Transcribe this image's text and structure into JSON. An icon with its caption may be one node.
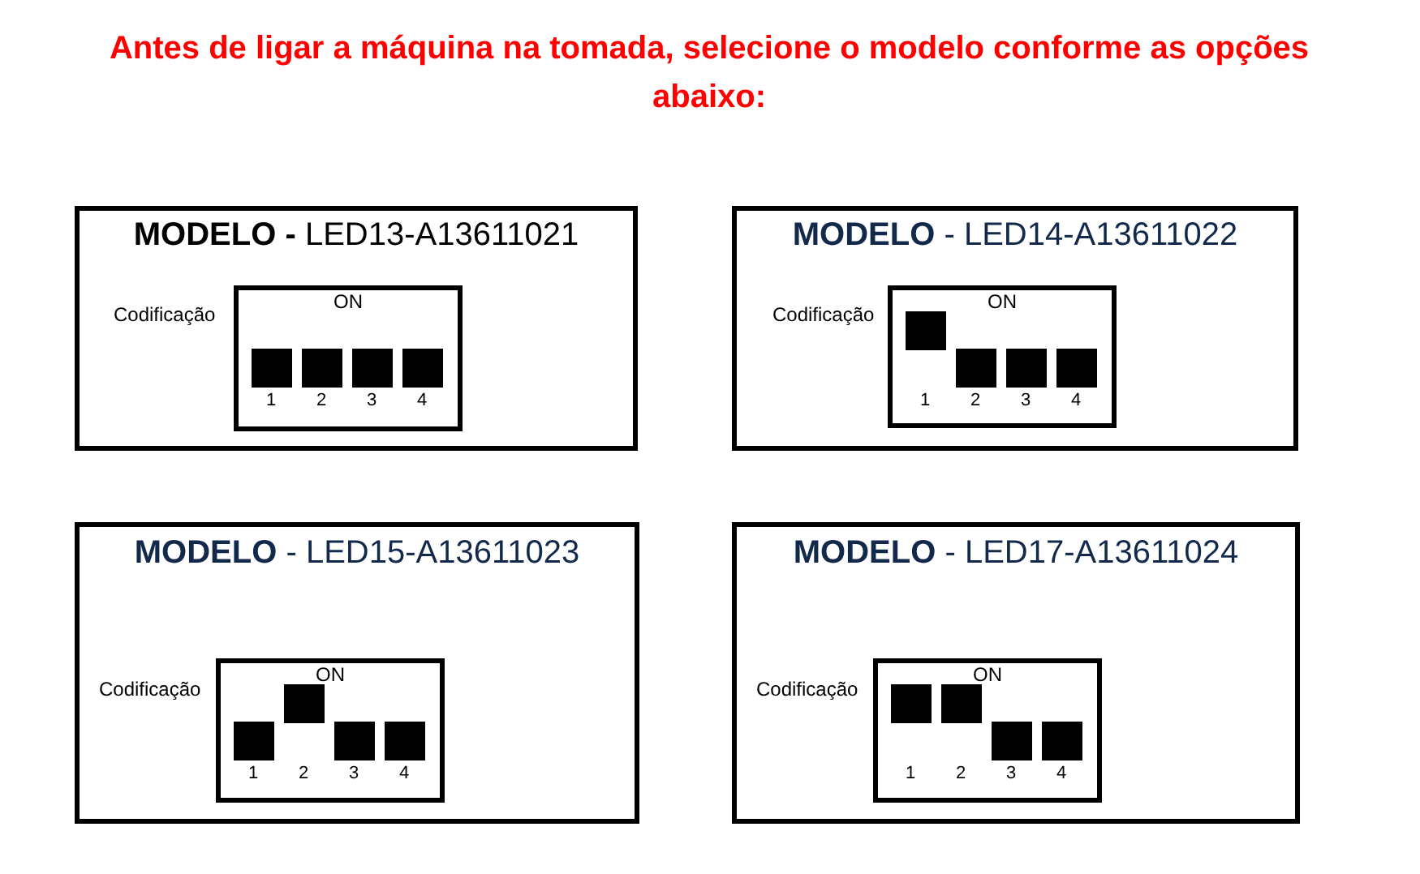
{
  "diagram": {
    "title": "Antes de ligar a máquina na tomada, selecione o modelo conforme as opções abaixo:",
    "nodes": [
      {
        "text": [
          "**MODELO -** LED13-A13611021"
        ]
      },
      {
        "text": [
          "ON"
        ],
        "in": 0,
        "beside": [
          "Codificação"
        ]
      },
      {
        "text": [],
        "shape": "box",
        "in": 1,
        "beside": [
          "1"
        ]
      },
      {
        "text": [],
        "shape": "box",
        "in": 1,
        "beside": [
          "2"
        ]
      },
      {
        "text": [],
        "shape": "box",
        "in": 1,
        "beside": [
          "3"
        ]
      },
      {
        "text": [],
        "shape": "box",
        "in": 1,
        "beside": [
          "4"
        ]
      },
      {
        "text": [
          "**MODELO** - LED14-A13611022"
        ]
      },
      {
        "text": [
          "ON"
        ],
        "in": 6,
        "beside": [
          "Codificação"
        ]
      },
      {
        "text": [],
        "shape": "box",
        "in": 7,
        "beside": [
          "1"
        ]
      },
      {
        "text": [],
        "shape": "box",
        "in": 7,
        "beside": [
          "2"
        ]
      },
      {
        "text": [],
        "shape": "box",
        "in": 7,
        "beside": [
          "3"
        ]
      },
      {
        "text": [],
        "shape": "box",
        "in": 7,
        "beside": [
          "4"
        ]
      },
      {
        "text": [
          "**MODELO** - LED15-A13611023"
        ]
      },
      {
        "text": [
          "ON"
        ],
        "in": 12,
        "beside": [
          "Codificação"
        ]
      },
      {
        "text": [],
        "shape": "box",
        "in": 13,
        "beside": [
          "1"
        ]
      },
      {
        "text": [],
        "shape": "box",
        "in": 13,
        "beside": [
          "2"
        ]
      },
      {
        "text": [],
        "shape": "box",
        "in": 13,
        "beside": [
          "3"
        ]
      },
      {
        "text": [],
        "shape": "box",
        "in": 13,
        "beside": [
          "4"
        ]
      },
      {
        "text": [
          "**MODELO** - LED17-A13611024"
        ]
      },
      {
        "text": [
          "ON"
        ],
        "in": 18,
        "beside": [
          "Codificação"
        ]
      },
      {
        "text": [],
        "shape": "box",
        "in": 19,
        "beside": [
          "1"
        ]
      },
      {
        "text": [],
        "shape": "box",
        "in": 19,
        "beside": [
          "2"
        ]
      },
      {
        "text": [],
        "shape": "box",
        "in": 19,
        "beside": [
          "3"
        ]
      },
      {
        "text": [],
        "shape": "box",
        "in": 19,
        "beside": [
          "4"
        ]
      }
    ]
  }
}
